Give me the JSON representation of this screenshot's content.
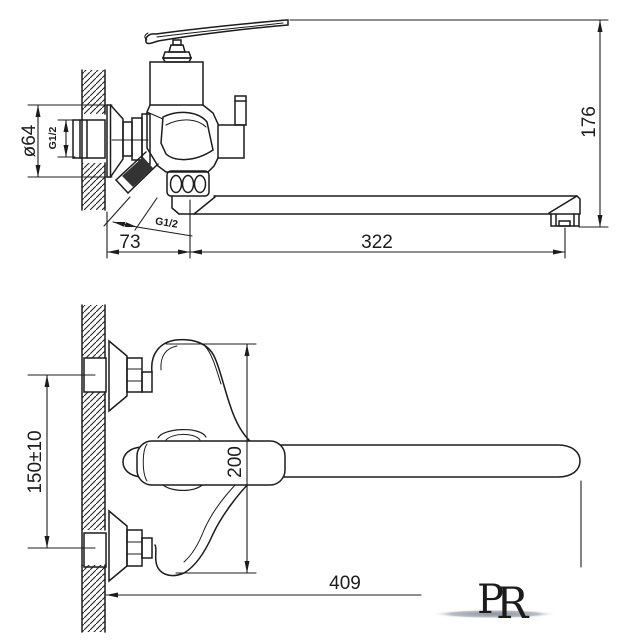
{
  "drawing": {
    "background_color": "#ffffff",
    "line_color": "#1c1c1c"
  },
  "side_view": {
    "dimensions": {
      "flange_diameter": "ø64",
      "inlet_thread": "G1/2",
      "wall_to_spout_axis": "73",
      "shower_outlet_thread": "G1/2",
      "spout_reach": "322",
      "overall_height": "176"
    }
  },
  "front_view": {
    "dimensions": {
      "inlet_spacing": "150±10",
      "body_span": "200",
      "overall_width": "409"
    }
  },
  "logo": {
    "letter_p": "P",
    "letter_r": "R",
    "color": "#2b3140",
    "swoosh_color": "#9aa0a8"
  }
}
